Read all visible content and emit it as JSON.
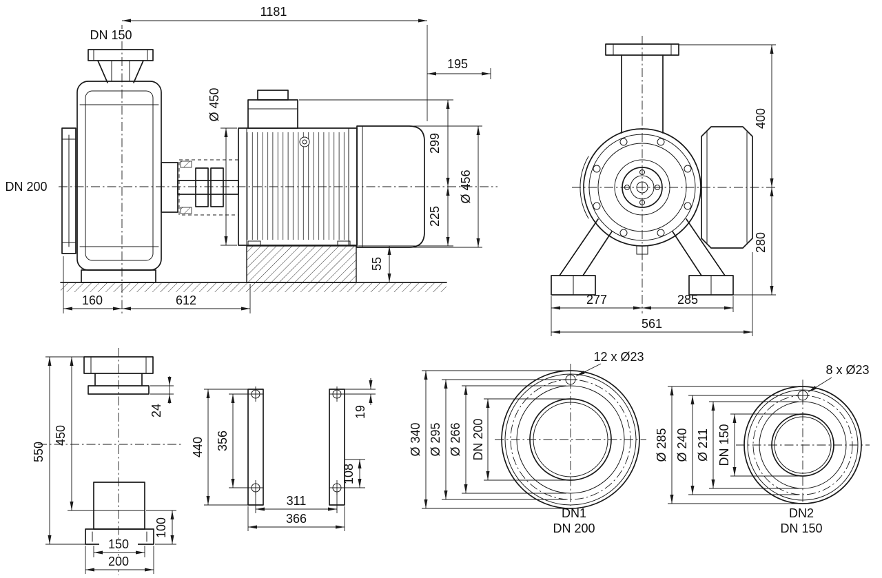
{
  "drawing": {
    "side_view": {
      "suction_flange": "DN 150",
      "discharge_flange": "DN 200",
      "total_length": "1181",
      "removal_clearance": "195",
      "motor_diameter": "Ø 450",
      "axis_to_top": "299",
      "axis_to_base": "225",
      "fan_cover_diameter": "Ø 456",
      "baseframe_height": "55",
      "flange_to_axis": "160",
      "axis_to_frame_end": "612"
    },
    "front_view": {
      "axis_to_flange_face": "400",
      "axis_to_floor": "280",
      "axis_to_left_foot": "277",
      "axis_to_right_edge": "285",
      "overall_width": "561"
    },
    "foot_view": {
      "overall_height": "550",
      "flange_to_step": "450",
      "flange_thickness": "24",
      "foot_height": "100",
      "foot_width": "150",
      "base_width": "200"
    },
    "baseplate_view": {
      "frame_length": "440",
      "hole_pitch_length": "356",
      "hole_edge_offset": "19",
      "hole_lower_offset": "108",
      "hole_pitch_width": "311",
      "frame_width": "366"
    },
    "flange_dn1": {
      "bolt_holes": "12 x Ø23",
      "outer_diameter": "Ø 340",
      "bolt_circle": "Ø 295",
      "raised_face": "Ø 266",
      "nominal_bore": "DN 200",
      "port_label": "DN1",
      "port_size": "DN 200"
    },
    "flange_dn2": {
      "bolt_holes": "8 x Ø23",
      "outer_diameter": "Ø 285",
      "bolt_circle": "Ø 240",
      "raised_face": "Ø 211",
      "nominal_bore": "DN 150",
      "port_label": "DN2",
      "port_size": "DN 150"
    }
  }
}
